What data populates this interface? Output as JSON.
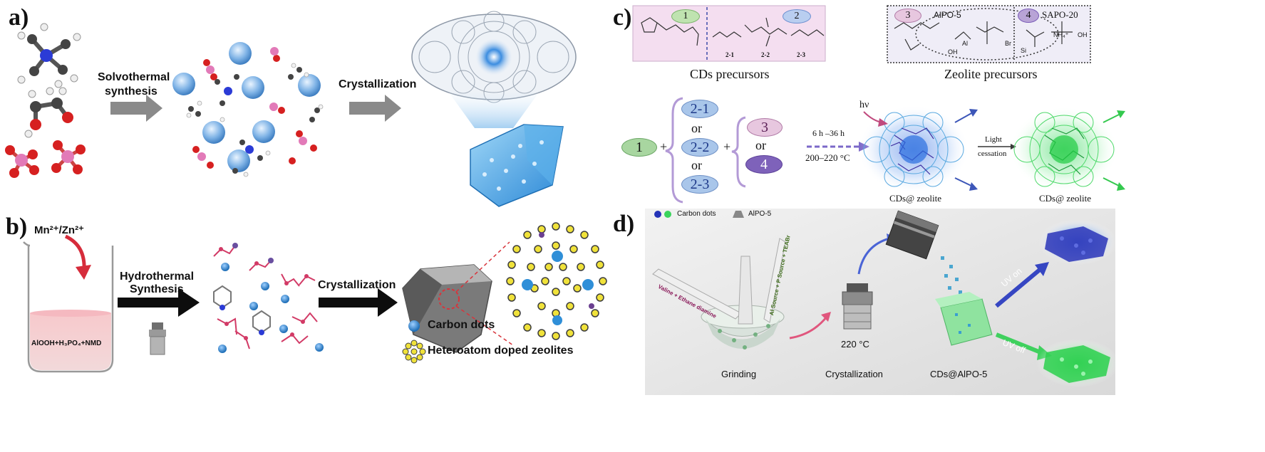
{
  "panels": {
    "a": {
      "letter": "a)",
      "step1": [
        "Solvothermal",
        "synthesis"
      ],
      "step2": "Crystallization"
    },
    "b": {
      "letter": "b)",
      "ions": "Mn²⁺/Zn²⁺",
      "beaker_label": "AlOOH+H₃PO₄+NMD",
      "step1": [
        "Hydrothermal",
        "Synthesis"
      ],
      "step2": "Crystallization",
      "legend": [
        {
          "label": "Carbon dots"
        },
        {
          "label": "Heteroatom doped zeolites"
        }
      ]
    },
    "c": {
      "letter": "c)",
      "cds_box": {
        "num1": "1",
        "num2": "2",
        "sub": [
          "2-1",
          "2-2",
          "2-3"
        ],
        "caption": "CDs precursors"
      },
      "zeolite_box": {
        "num3": "3",
        "name3": "AlPO-5",
        "num4": "4",
        "name4": "SAPO-20",
        "caption": "Zeolite precursors"
      },
      "scheme": {
        "one": "1",
        "plus": "+",
        "opt2": [
          "2-1",
          "2-2",
          "2-3"
        ],
        "or": "or",
        "opt3": [
          "3",
          "4"
        ],
        "time": "6 h –36 h",
        "temp": "200–220 °C",
        "hv": "hν",
        "light": [
          "Light",
          "cessation"
        ],
        "product1": "CDs@ zeolite",
        "product2": "CDs@ zeolite"
      },
      "molecule_labels": [
        "Al",
        "OH",
        "Br",
        "NH₄⁺",
        "OH",
        "Si"
      ]
    },
    "d": {
      "letter": "d)",
      "legend": {
        "dots": "Carbon dots",
        "crystal": "AlPO-5"
      },
      "rod1": "Valine + Ethane diamine",
      "rod2": "Al Source + P Source + TEABr",
      "temp": "220 °C",
      "uv_on": "UV on",
      "uv_off": "UV off",
      "captions": [
        "Grinding",
        "Crystallization",
        "CDs@AlPO-5"
      ]
    }
  },
  "colors": {
    "arrow_gray": "#8a8a8a",
    "carbon_dot": "#2f8fd8",
    "zeolite_yellow": "#f0e23a",
    "cds_pink": "#f4def0",
    "purple_oval": "#b8a3d6",
    "green_oval": "#a8d6a0",
    "blue_oval": "#a9c6ea",
    "uv_blue": "#2a35b8",
    "uv_green": "#39d35a"
  }
}
